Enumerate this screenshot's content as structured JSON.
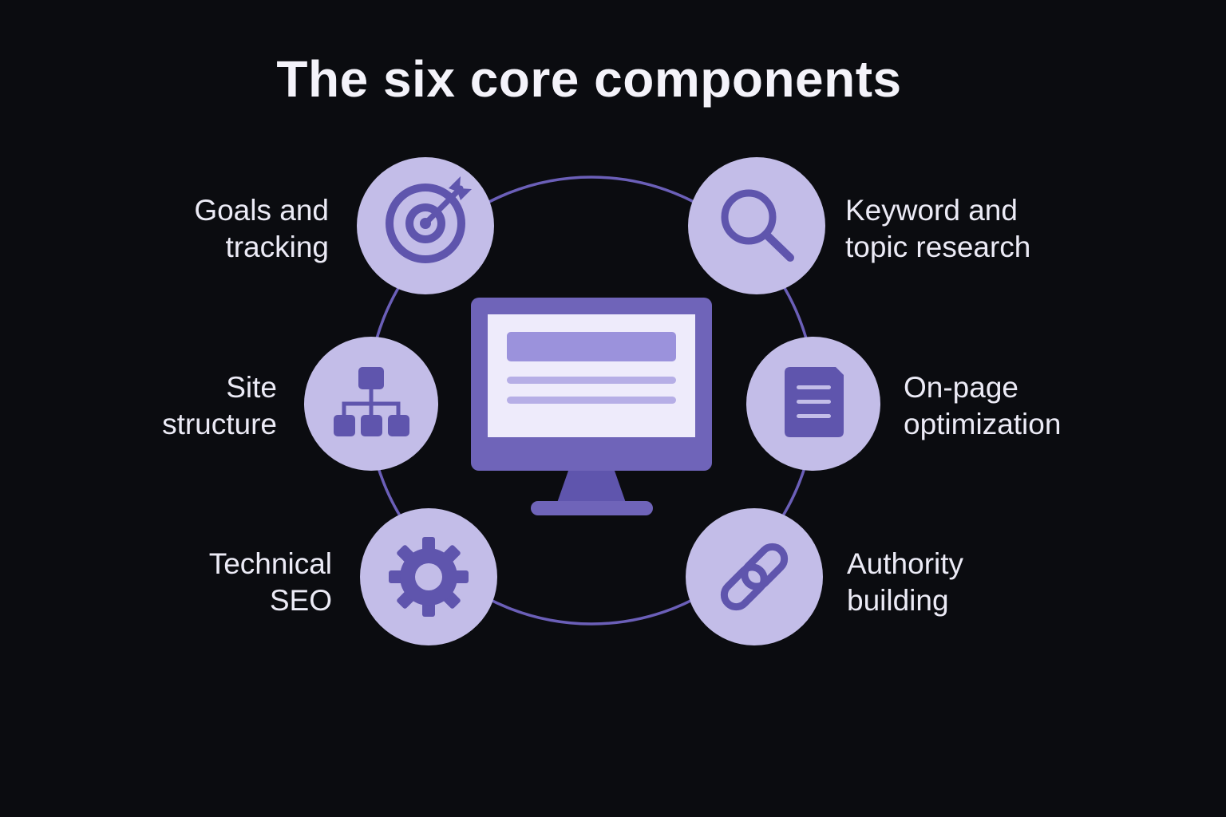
{
  "title": "The six core components",
  "colors": {
    "background": "#0b0c10",
    "ring": "#6b5fb8",
    "node_fill": "#c3bde8",
    "icon": "#5f55ad",
    "monitor_frame": "#6f64b9",
    "monitor_screen": "#eeebfb",
    "monitor_bar": "#9b92dc",
    "text": "#ecebf6"
  },
  "center": {
    "icon": "monitor-icon"
  },
  "components": [
    {
      "id": "goals",
      "icon": "target-icon",
      "lines": [
        "Goals and",
        "tracking"
      ]
    },
    {
      "id": "keyword",
      "icon": "magnifier-icon",
      "lines": [
        "Keyword and",
        "topic research"
      ]
    },
    {
      "id": "site",
      "icon": "sitemap-icon",
      "lines": [
        "Site",
        "structure"
      ]
    },
    {
      "id": "onpage",
      "icon": "document-icon",
      "lines": [
        "On-page",
        "optimization"
      ]
    },
    {
      "id": "technical",
      "icon": "gear-icon",
      "lines": [
        "Technical",
        "SEO"
      ]
    },
    {
      "id": "authority",
      "icon": "link-icon",
      "lines": [
        "Authority",
        "building"
      ]
    }
  ]
}
